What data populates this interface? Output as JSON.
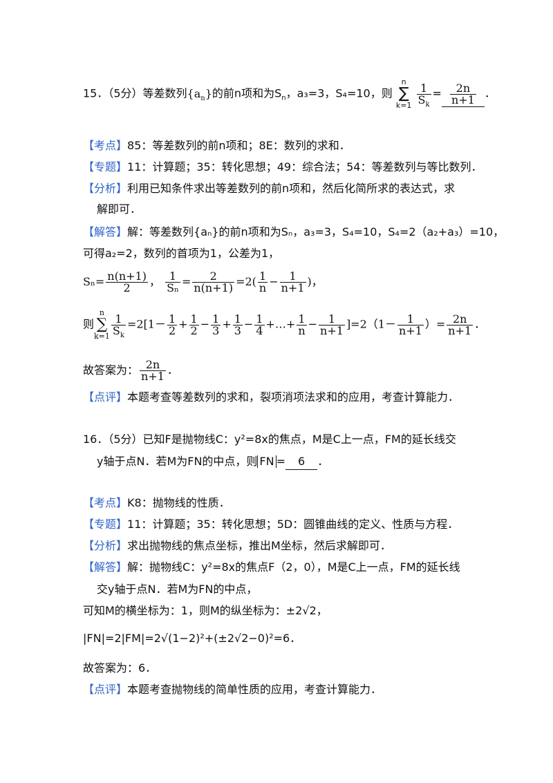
{
  "q15": {
    "stem_pre": "15．（5分）等差数列",
    "seq": "a",
    "seq_sub": "n",
    "stem_mid": "的前n项和为S",
    "s_sub": "n",
    "stem_cond": "，a₃=3，S₄=10，则",
    "sum_top": "n",
    "sum_bot": "k=1",
    "f_num": "1",
    "f_den": "S",
    "f_den_sub": "k",
    "eq": "=",
    "ans_num": "2n",
    "ans_den": "n+1",
    "end": "．",
    "kaodian_tag": "【考点】",
    "kaodian_text": "85：等差数列的前n项和；8E：数列的求和．",
    "zhuanti_tag": "【专题】",
    "zhuanti_text": "11：计算题；35：转化思想；49：综合法；54：等差数列与等比数列．",
    "fenxi_tag": "【分析】",
    "fenxi_text": "利用已知条件求出等差数列的前n项和，然后化简所求的表达式，求",
    "fenxi_text2": "解即可．",
    "jieda_tag": "【解答】",
    "jieda_l1": "解：等差数列{aₙ}的前n项和为Sₙ，a₃=3，S₄=10，S₄=2（a₂+a₃）=10，",
    "jieda_l2": "可得a₂=2，数列的首项为1，公差为1，",
    "sn_formula": "Sₙ=",
    "sn_num": "n(n+1)",
    "sn_den": "2",
    "recip_num": "1",
    "recip_den": "Sₙ",
    "recip_num2": "2",
    "recip_den2": "n(n+1)",
    "recip_mid": "=2(",
    "t1n": "1",
    "t1d": "n",
    "t2n": "1",
    "t2d": "n+1",
    "recip_end": ")，",
    "sum_line_pre": "则",
    "sum_chain": "=2[1－",
    "c1n": "1",
    "c1d": "2",
    "c2n": "1",
    "c2d": "2",
    "c3n": "1",
    "c3d": "3",
    "c4n": "1",
    "c4d": "3",
    "c5n": "1",
    "c5d": "4",
    "c6n": "1",
    "c6d": "n",
    "c7n": "1",
    "c7d": "n+1",
    "sum_chain2": "]=2（1－",
    "c8n": "1",
    "c8d": "n+1",
    "sum_chain3": "）=",
    "c9n": "2n",
    "c9d": "n+1",
    "ans_label": "故答案为：",
    "ans2_num": "2n",
    "ans2_den": "n+1",
    "dianping_tag": "【点评】",
    "dianping_text": "本题考查等差数列的求和，裂项消项法求和的应用，考查计算能力．"
  },
  "q16": {
    "stem": "16．（5分）已知F是抛物线C：y²=8x的焦点，M是C上一点，FM的延长线交",
    "stem2_pre": "y轴于点N．若M为FN的中点，则",
    "abs_text": "FN",
    "eq": "=",
    "answer": "6",
    "end": "．",
    "kaodian_tag": "【考点】",
    "kaodian_text": "K8：抛物线的性质．",
    "zhuanti_tag": "【专题】",
    "zhuanti_text": "11：计算题；35：转化思想；5D：圆锥曲线的定义、性质与方程．",
    "fenxi_tag": "【分析】",
    "fenxi_text": "求出抛物线的焦点坐标，推出M坐标，然后求解即可．",
    "jieda_tag": "【解答】",
    "jieda_l1": "解：抛物线C：y²=8x的焦点F（2，0），M是C上一点，FM的延长线",
    "jieda_l2": "交y轴于点N．若M为FN的中点，",
    "jieda_l3": "可知M的横坐标为：1，则M的纵坐标为：±2√2，",
    "jieda_l4": "|FN|=2|FM|=2√(1−2)²+(±2√2−0)²=6．",
    "ans_line": "故答案为：6．",
    "dianping_tag": "【点评】",
    "dianping_text": "本题考查抛物线的简单性质的应用，考查计算能力．"
  }
}
